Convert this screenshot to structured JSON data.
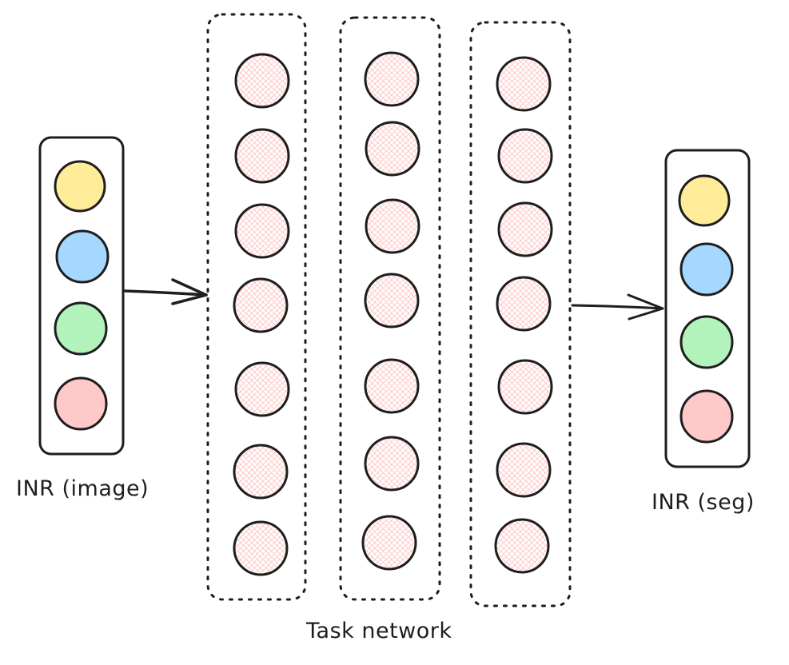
{
  "labels": {
    "input": "INR (image)",
    "output": "INR (seg)",
    "task_network": "Task network"
  },
  "colors": {
    "stroke": "#1e1e1e",
    "yellow": "#ffec99",
    "blue": "#a5d8ff",
    "green": "#b2f2bb",
    "pink": "#ffc9c9",
    "hatch": "#ffc9c9"
  },
  "input_node_colors": [
    "yellow",
    "blue",
    "green",
    "pink"
  ],
  "output_node_colors": [
    "yellow",
    "blue",
    "green",
    "pink"
  ],
  "task_network": {
    "layers": 3,
    "nodes_per_layer": 7
  }
}
